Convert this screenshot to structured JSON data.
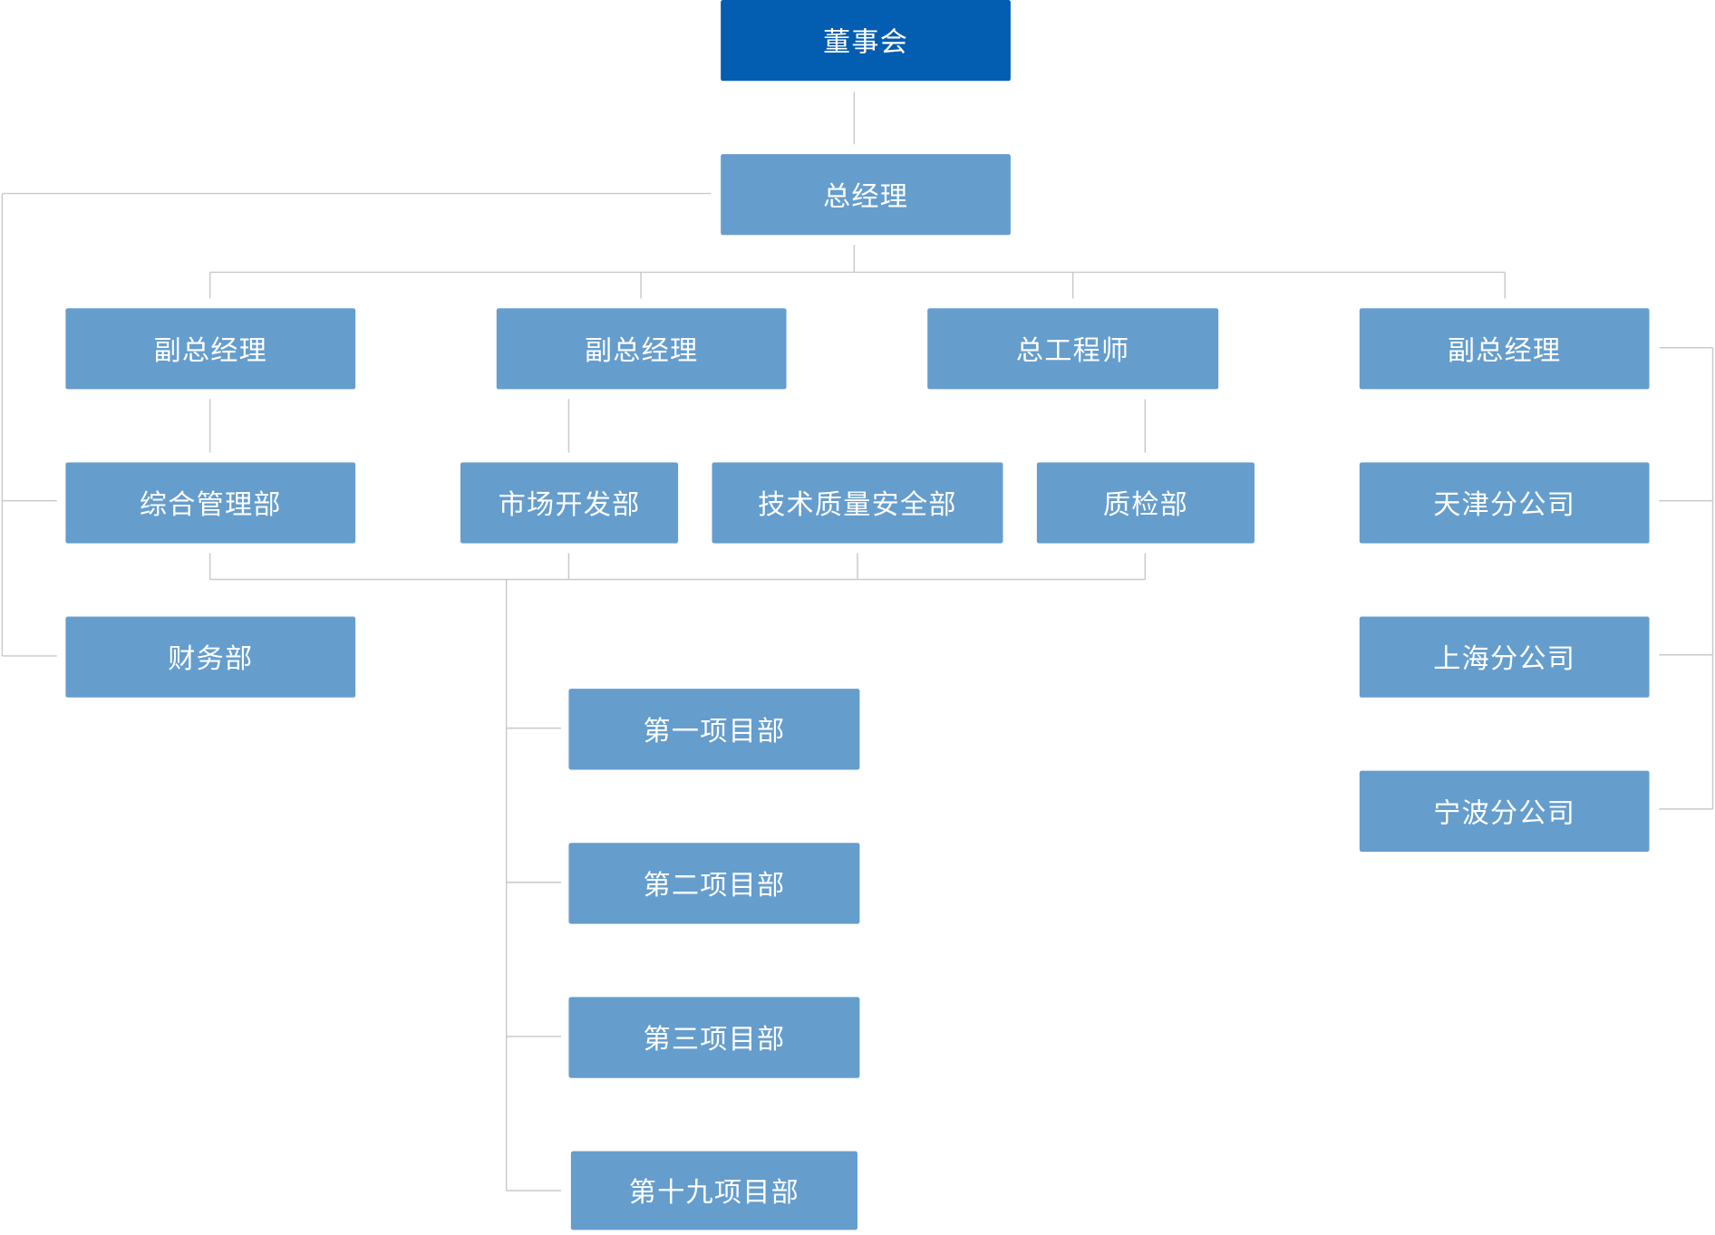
{
  "colors": {
    "root_fill": "#035db0",
    "node_fill": "#659dcd",
    "node_text": "#ffffff",
    "connector": "#c9c9c9"
  },
  "org": {
    "board": "董事会",
    "general_manager": "总经理",
    "deputy_gm_1": "副总经理",
    "deputy_gm_2": "副总经理",
    "chief_engineer": "总工程师",
    "deputy_gm_3": "副总经理",
    "admin_dept": "综合管理部",
    "finance_dept": "财务部",
    "market_dept": "市场开发部",
    "tech_quality_dept": "技术质量安全部",
    "qc_dept": "质检部",
    "tianjin_branch": "天津分公司",
    "shanghai_branch": "上海分公司",
    "ningbo_branch": "宁波分公司",
    "project_1": "第一项目部",
    "project_2": "第二项目部",
    "project_3": "第三项目部",
    "project_19": "第十九项目部"
  }
}
